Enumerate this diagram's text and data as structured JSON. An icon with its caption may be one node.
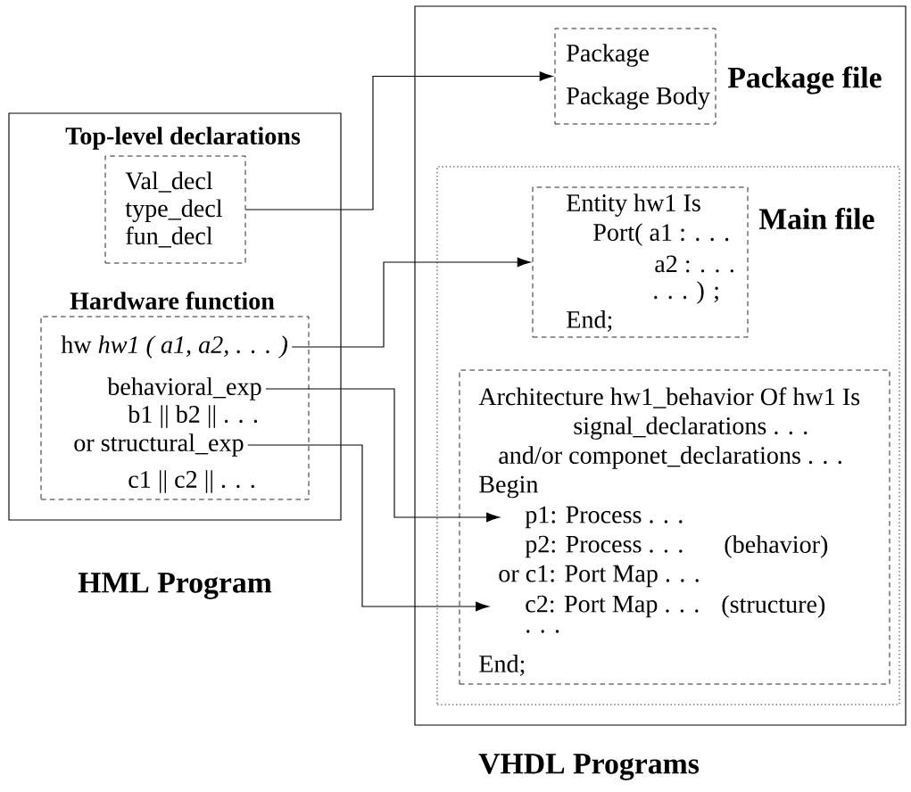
{
  "diagram": {
    "nodes": [
      {
        "text": [
          "HML Program"
        ]
      },
      {
        "text": [
          "Top-level declarations",
          "Val_decl type_decl fun_decl"
        ],
        "in": 0
      },
      {
        "text": [
          "Hardware function",
          "b1 || b2 || . . .",
          "c1 || c2 || . . ."
        ],
        "in": 0
      },
      {
        "text": [
          "hw *hw1 ( a1, a2, . . . )*"
        ],
        "in": 2
      },
      {
        "text": [
          "behavioral_exp"
        ],
        "in": 2
      },
      {
        "text": [
          "or structural_exp"
        ],
        "in": 2
      },
      {
        "text": [
          "VHDL Programs"
        ]
      },
      {
        "text": [
          "Package",
          "Package Body"
        ],
        "beside": [
          "Package file"
        ],
        "in": 6
      },
      {
        "text": [
          "Main file"
        ],
        "in": 6
      },
      {
        "text": [
          "Entity hw1 Is",
          "Port( a1 : . . .",
          "a2 : . . .",
          ". . . ) ;",
          "End;"
        ],
        "in": 8
      },
      {
        "text": [
          "Architecture hw1_behavior Of hw1 Is",
          "signal_declarations . . .",
          "and/or componet_declarations . . .",
          "Begin",
          "p2: Process . . .",
          "(behavior)",
          "or c1: Port Map . . .",
          "(structure)",
          ". . .",
          "End;"
        ],
        "in": 8
      },
      {
        "text": [
          "p1: Process . . ."
        ],
        "in": 10
      },
      {
        "text": [
          "c2: Port Map . . ."
        ],
        "in": 10
      }
    ],
    "edges": [
      {
        "from": 1,
        "to": 7,
        "arrow": "to"
      },
      {
        "from": 3,
        "to": 9,
        "arrow": "to"
      },
      {
        "from": 4,
        "to": 11,
        "arrow": "to"
      },
      {
        "from": 5,
        "to": 12,
        "arrow": "to"
      }
    ]
  }
}
